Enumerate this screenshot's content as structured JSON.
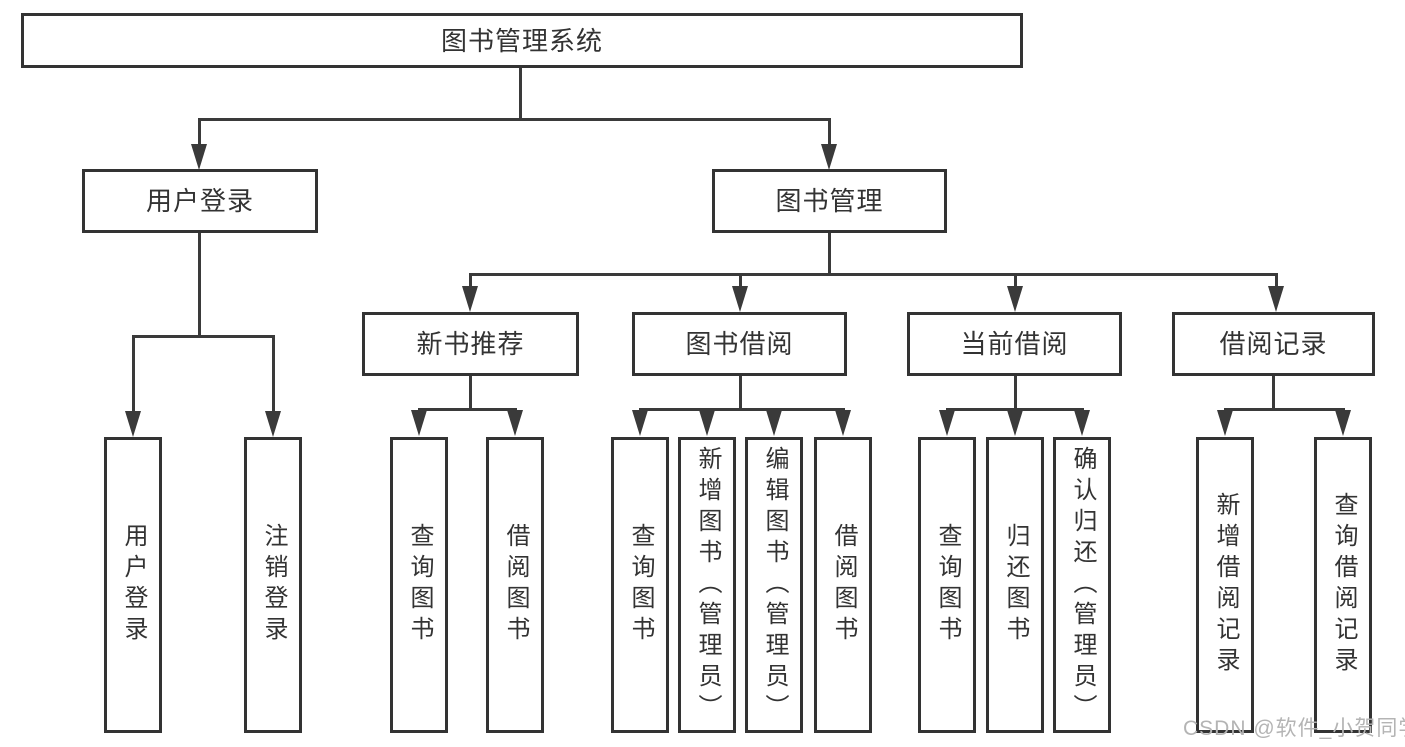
{
  "tree": {
    "root": {
      "label": "图书管理系统"
    },
    "user_login": {
      "label": "用户登录",
      "children": [
        {
          "label": "用户登录"
        },
        {
          "label": "注销登录"
        }
      ]
    },
    "book_mgmt": {
      "label": "图书管理",
      "children": [
        {
          "label": "新书推荐",
          "children": [
            {
              "label": "查询图书"
            },
            {
              "label": "借阅图书"
            }
          ]
        },
        {
          "label": "图书借阅",
          "children": [
            {
              "label": "查询图书"
            },
            {
              "label": "新增图书（管理员）"
            },
            {
              "label": "编辑图书（管理员）"
            },
            {
              "label": "借阅图书"
            }
          ]
        },
        {
          "label": "当前借阅",
          "children": [
            {
              "label": "查询图书"
            },
            {
              "label": "归还图书"
            },
            {
              "label": "确认归还（管理员）"
            }
          ]
        },
        {
          "label": "借阅记录",
          "children": [
            {
              "label": "新增借阅记录"
            },
            {
              "label": "查询借阅记录"
            }
          ]
        }
      ]
    }
  },
  "watermark": {
    "text": "CSDN @软件_小贺同学"
  },
  "colors": {
    "line": "#3a3a3a",
    "box_border": "#333333",
    "text": "#333333",
    "watermark": "#b4b4b4",
    "background": "#ffffff"
  }
}
